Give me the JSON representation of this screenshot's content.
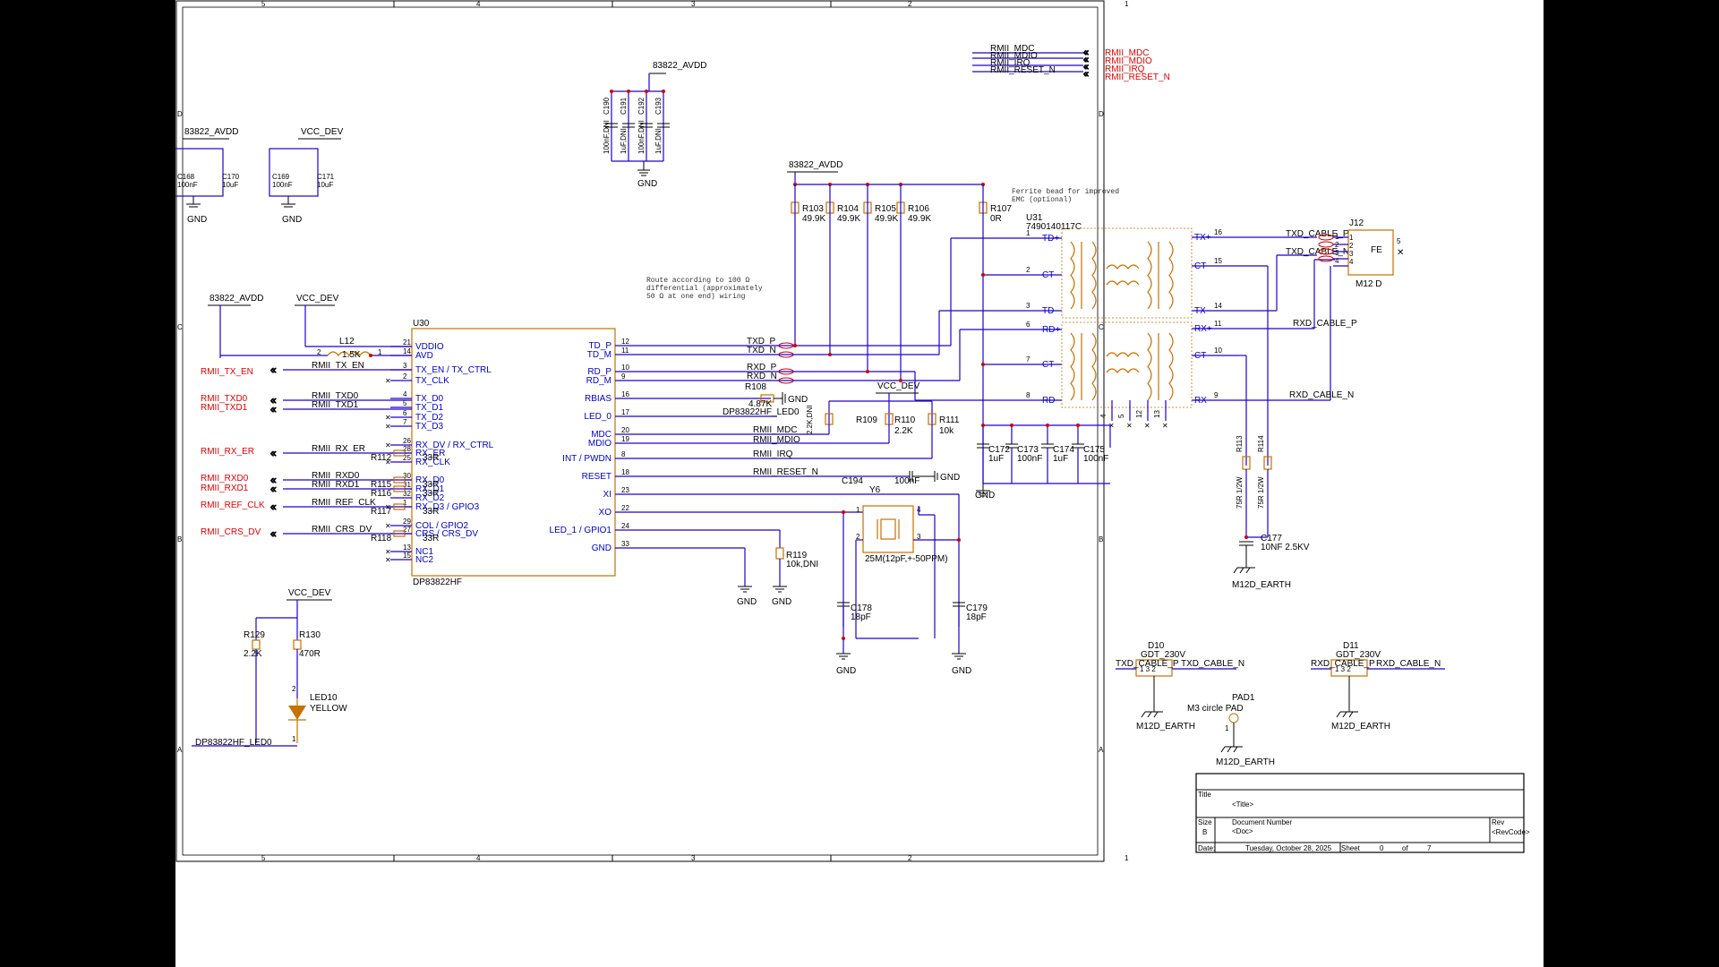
{
  "frame": {
    "columns": [
      "5",
      "4",
      "3",
      "2",
      "1"
    ],
    "rows": [
      "D",
      "C",
      "B",
      "A"
    ]
  },
  "nets": {
    "avdd": "83822_AVDD",
    "vcc": "VCC_DEV",
    "gnd": "GND",
    "earth": "M12D_EARTH",
    "top_rmii": [
      "RMII_MDC",
      "RMII_MDIO",
      "RMII_IRQ",
      "RMII_RESET_N"
    ],
    "left_ports": [
      "RMII_TX_EN",
      "RMII_TXD0",
      "RMII_TXD1",
      "RMII_RX_ER",
      "RMII_RXD0",
      "RMII_RXD1",
      "RMII_REF_CLK",
      "RMII_CRS_DV"
    ],
    "left_wires": [
      "RMII_TX_EN",
      "RMII_TXD0",
      "RMII_TXD1",
      "RMII_RX_ER",
      "RMII_RXD0",
      "RMII_RXD1",
      "RMII_REF_CLK",
      "RMII_CRS_DV"
    ],
    "right_wires": [
      "TXD_P",
      "TXD_N",
      "RXD_P",
      "RXD_N",
      "DP83822HF_LED0",
      "RMII_MDC",
      "RMII_MDIO",
      "RMII_IRQ",
      "RMII_RESET_N"
    ],
    "cable": [
      "TXD_CABLE_P",
      "TXD_CABLE_N",
      "RXD_CABLE_P",
      "RXD_CABLE_N"
    ],
    "led0": "DP83822HF_LED0"
  },
  "notes": {
    "route": [
      "Route according to 100 Ω",
      "differential (approximately",
      "50 Ω at one end) wiring"
    ],
    "ferrite": [
      "Ferrite bead for improved",
      "EMC (optional)"
    ]
  },
  "caps_top": [
    {
      "ref": "C190",
      "val": "100nF,DNI"
    },
    {
      "ref": "C191",
      "val": "1uF,DNI"
    },
    {
      "ref": "C192",
      "val": "100nF,DNI"
    },
    {
      "ref": "C193",
      "val": "1uF,DNI"
    }
  ],
  "caps_left": [
    {
      "ref": "C168",
      "val": "100nF"
    },
    {
      "ref": "C170",
      "val": "10uF"
    },
    {
      "ref": "C169",
      "val": "100nF"
    },
    {
      "ref": "C171",
      "val": "10uF"
    }
  ],
  "u30": {
    "ref": "U30",
    "part": "DP83822HF",
    "left_pins": [
      {
        "num": "21",
        "name": "VDDIO"
      },
      {
        "num": "14",
        "name": "AVD"
      },
      {
        "num": "3",
        "name": "TX_EN / TX_CTRL"
      },
      {
        "num": "2",
        "name": "TX_CLK"
      },
      {
        "num": "4",
        "name": "TX_D0"
      },
      {
        "num": "5",
        "name": "TX_D1"
      },
      {
        "num": "6",
        "name": "TX_D2"
      },
      {
        "num": "7",
        "name": "TX_D3"
      },
      {
        "num": "26",
        "name": "RX_DV / RX_CTRL"
      },
      {
        "num": "28",
        "name": "RX_ER"
      },
      {
        "num": "25",
        "name": "RX_CLK"
      },
      {
        "num": "30",
        "name": "RX_D0"
      },
      {
        "num": "31",
        "name": "RX_D1"
      },
      {
        "num": "32",
        "name": "RX_D2"
      },
      {
        "num": "1",
        "name": "RX_D3 / GPIO3"
      },
      {
        "num": "29",
        "name": "COL / GPIO2"
      },
      {
        "num": "27",
        "name": "CRS / CRS_DV"
      },
      {
        "num": "13",
        "name": "NC1"
      },
      {
        "num": "15",
        "name": "NC2"
      }
    ],
    "right_pins": [
      {
        "num": "12",
        "name": "TD_P"
      },
      {
        "num": "11",
        "name": "TD_M"
      },
      {
        "num": "10",
        "name": "RD_P"
      },
      {
        "num": "9",
        "name": "RD_M"
      },
      {
        "num": "16",
        "name": "RBIAS"
      },
      {
        "num": "17",
        "name": "LED_0"
      },
      {
        "num": "20",
        "name": "MDC"
      },
      {
        "num": "19",
        "name": "MDIO"
      },
      {
        "num": "8",
        "name": "INT / PWDN"
      },
      {
        "num": "18",
        "name": "RESET"
      },
      {
        "num": "23",
        "name": "XI"
      },
      {
        "num": "22",
        "name": "XO"
      },
      {
        "num": "24",
        "name": "LED_1 / GPIO1"
      },
      {
        "num": "33",
        "name": "GND"
      }
    ]
  },
  "series_r": [
    {
      "ref": "R112",
      "val": "33R"
    },
    {
      "ref": "R115",
      "val": "33R"
    },
    {
      "ref": "R116",
      "val": "33R"
    },
    {
      "ref": "R117",
      "val": "33R"
    },
    {
      "ref": "R118",
      "val": "33R"
    }
  ],
  "l12": {
    "ref": "L12",
    "val": "1.5K",
    "pin_a": "2",
    "pin_b": "1"
  },
  "pullups": [
    {
      "ref": "R103",
      "val": "49.9K"
    },
    {
      "ref": "R104",
      "val": "49.9K"
    },
    {
      "ref": "R105",
      "val": "49.9K"
    },
    {
      "ref": "R106",
      "val": "49.9K"
    },
    {
      "ref": "R107",
      "val": "0R"
    }
  ],
  "misc_r": {
    "r108": {
      "ref": "R108",
      "val": "4.87K"
    },
    "r109": {
      "ref": "R109",
      "val": "2.2K,DNI"
    },
    "r110": {
      "ref": "R110",
      "val": "2.2K"
    },
    "r111": {
      "ref": "R111",
      "val": "10k"
    },
    "r119": {
      "ref": "R119",
      "val": "10k,DNI"
    },
    "r113": {
      "ref": "R113",
      "val": "75R 1/2W"
    },
    "r114": {
      "ref": "R114",
      "val": "75R 1/2W"
    },
    "r129": {
      "ref": "R129",
      "val": "2.2K"
    },
    "r130": {
      "ref": "R130",
      "val": "470R"
    }
  },
  "c194": {
    "ref": "C194",
    "val": "100nF"
  },
  "crystal": {
    "ref": "Y6",
    "val": "25M(12pF,+-50PPM)",
    "pins": [
      "1",
      "2",
      "3",
      "4"
    ]
  },
  "xcaps": [
    {
      "ref": "C178",
      "val": "18pF"
    },
    {
      "ref": "C179",
      "val": "18pF"
    }
  ],
  "ct_caps": [
    {
      "ref": "C172",
      "val": "1uF"
    },
    {
      "ref": "C173",
      "val": "100nF"
    },
    {
      "ref": "C174",
      "val": "1uF"
    },
    {
      "ref": "C175",
      "val": "100nF"
    }
  ],
  "c177": {
    "ref": "C177",
    "val": "10NF 2.5KV"
  },
  "u31": {
    "ref": "U31",
    "part": "7490140117C",
    "left": [
      {
        "num": "1",
        "name": "TD+"
      },
      {
        "num": "2",
        "name": "CT"
      },
      {
        "num": "3",
        "name": "TD-"
      },
      {
        "num": "6",
        "name": "RD+"
      },
      {
        "num": "7",
        "name": "CT"
      },
      {
        "num": "8",
        "name": "RD-"
      }
    ],
    "right": [
      {
        "num": "16",
        "name": "TX+"
      },
      {
        "num": "15",
        "name": "CT"
      },
      {
        "num": "14",
        "name": "TX-"
      },
      {
        "num": "11",
        "name": "RX+"
      },
      {
        "num": "10",
        "name": "CT"
      },
      {
        "num": "9",
        "name": "RX-"
      }
    ],
    "bottom": [
      "4",
      "5",
      "12",
      "13"
    ]
  },
  "j12": {
    "ref": "J12",
    "part": "M12 D",
    "pins": [
      "1",
      "2",
      "3",
      "4"
    ],
    "fe": "FE",
    "fe_pin": "5"
  },
  "led10": {
    "ref": "LED10",
    "color": "YELLOW",
    "pin_a": "2",
    "pin_k": "1"
  },
  "gdt": [
    {
      "ref": "D10",
      "part": "GDT_230V",
      "left": "TXD_CABLE_P",
      "right": "TXD_CABLE_N",
      "pins": "1  3  2"
    },
    {
      "ref": "D11",
      "part": "GDT_230V",
      "left": "RXD_CABLE_P",
      "right": "RXD_CABLE_N",
      "pins": "1  3  2"
    }
  ],
  "pad1": {
    "ref": "PAD1",
    "part": "M3 circle PAD",
    "pin": "1"
  },
  "title_block": {
    "title_label": "Title",
    "title": "<Title>",
    "size_label": "Size",
    "size": "B",
    "docnum_label": "Document Number",
    "doc": "<Doc>",
    "rev_label": "Rev",
    "rev": "<RevCode>",
    "date_label": "Date:",
    "date": "Tuesday, October 28, 2025",
    "sheet_label": "Sheet",
    "sheet": "0",
    "of_label": "of",
    "total": "7"
  },
  "colors": {
    "wire": "#2200cc",
    "component": "#c87000",
    "port": "#e00000",
    "junction": "#d00000",
    "text": "#000000",
    "pin_text": "#0000cc"
  }
}
